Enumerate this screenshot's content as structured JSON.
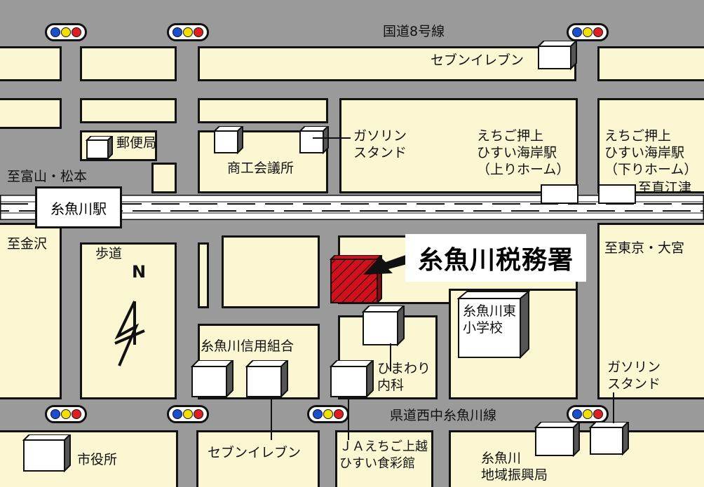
{
  "roads": {
    "national_route": "国道8号線",
    "prefectural_route": "県道西中糸魚川線",
    "sidewalk": "歩道"
  },
  "station": "糸魚川駅",
  "directions": {
    "toyama_matsumoto": "至富山・松本",
    "kanazawa": "至金沢",
    "naoetsu": "至直江津",
    "tokyo_omiya": "至東京・大宮"
  },
  "landmarks": {
    "post_office": "郵便局",
    "chamber": "商工会議所",
    "gas_station_north": "ガソリン\nスタンド",
    "gas_station_south": "ガソリン\nスタンド",
    "seven_north": "セブンイレブン",
    "seven_south": "セブンイレブン",
    "echigo_up": "えちご押上\nひすい海岸駅\n（上りホーム）",
    "echigo_down": "えちご押上\nひすい海岸駅\n（下りホーム）",
    "shinkin": "糸魚川信用組合",
    "himawari": "ひまわり\n内科",
    "school": "糸魚川東\n小学校",
    "city_hall": "市役所",
    "ja": "ＪＡえちご上越\nひすい食彩館",
    "regional_office": "糸魚川\n地域振興局"
  },
  "target": {
    "name": "糸魚川税務署",
    "fill_color": "#d0101a"
  },
  "compass_label": "N",
  "colors": {
    "road": "#9a9a9a",
    "block": "#fbf7d2",
    "outline": "#111111",
    "signal_blue": "#1a4fd0",
    "signal_yellow": "#f4e000",
    "signal_red": "#e02020"
  }
}
